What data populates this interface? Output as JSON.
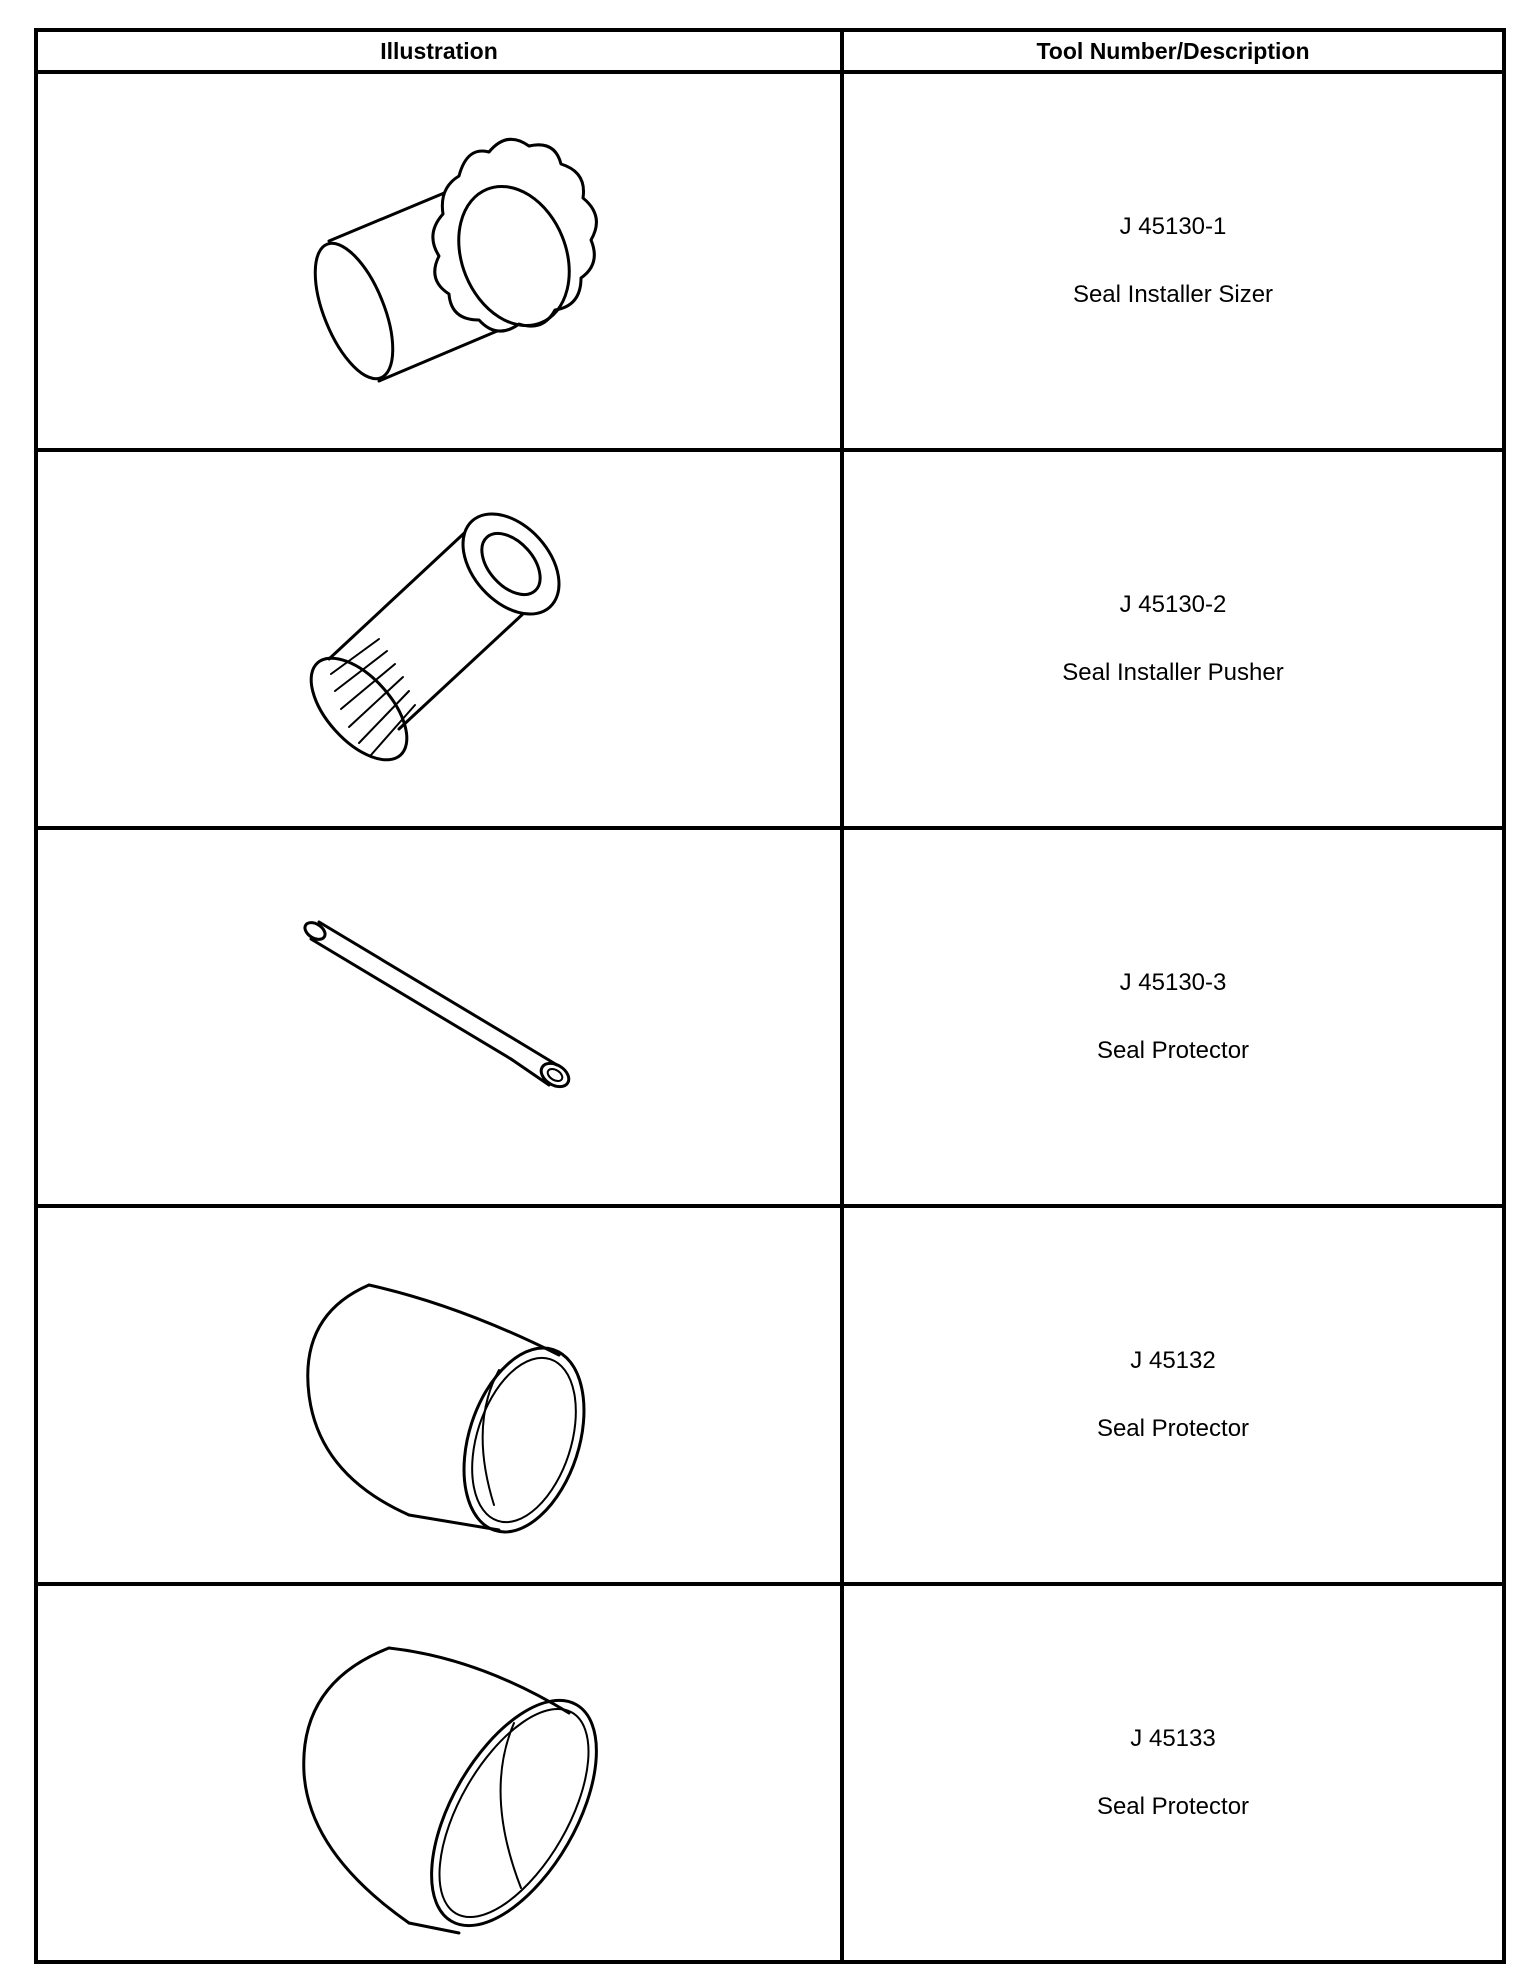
{
  "table": {
    "headers": {
      "illustration": "Illustration",
      "tool": "Tool Number/Description"
    },
    "rows": [
      {
        "number": "J 45130-1",
        "description": "Seal Installer Sizer",
        "icon": "seal-installer-sizer-icon"
      },
      {
        "number": "J 45130-2",
        "description": "Seal Installer Pusher",
        "icon": "seal-installer-pusher-icon"
      },
      {
        "number": "J 45130-3",
        "description": "Seal Protector",
        "icon": "seal-protector-rod-icon"
      },
      {
        "number": "J 45132",
        "description": "Seal Protector",
        "icon": "seal-protector-sleeve-icon"
      },
      {
        "number": "J 45133",
        "description": "Seal Protector",
        "icon": "seal-protector-ring-icon"
      }
    ]
  }
}
